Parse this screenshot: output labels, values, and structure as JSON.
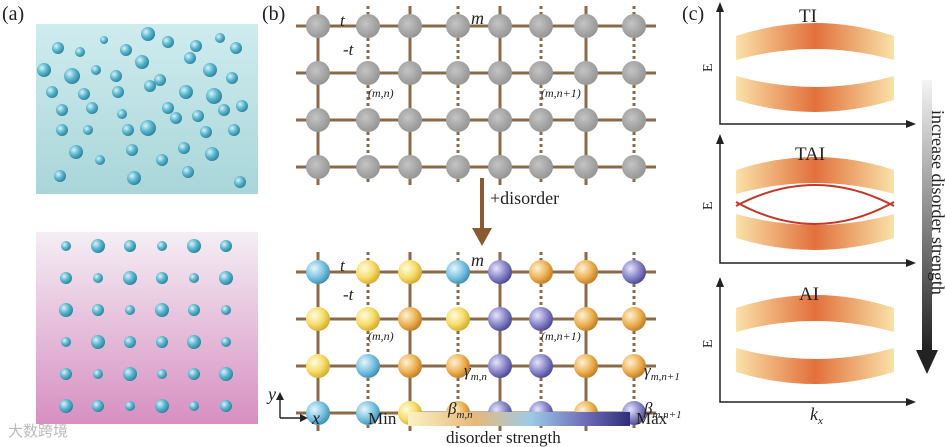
{
  "panel_labels": {
    "a": "(a)",
    "b": "(b)",
    "c": "(c)"
  },
  "lattice": {
    "hop_t": "t",
    "hop_neg_t": "-t",
    "site_m": "m",
    "site_mn": "(m,n)",
    "site_mn1": "(m,n+1)",
    "gamma_mn": "γ",
    "gamma_mn_sub": "m,n",
    "gamma_mn1_sub": "m,n+1",
    "beta_mn": "β",
    "beta_mn_sub": "m,n",
    "beta_mn1_sub": "m,n+1",
    "arrow_text": "+disorder"
  },
  "axes_b": {
    "y": "y",
    "x": "x"
  },
  "colorbar": {
    "min": "Min",
    "max": "Max",
    "label": "disorder strength",
    "colors": [
      "#f7e9a4",
      "#e8b36a",
      "#9fc8e6",
      "#7b7cc4",
      "#3a3a82"
    ]
  },
  "phase_panels": [
    {
      "title": "TI"
    },
    {
      "title": "TAI"
    },
    {
      "title": "AI"
    }
  ],
  "axes_c": {
    "E": "E",
    "k": "k",
    "k_sub": "x"
  },
  "side_arrow_text": "increase disorder strength",
  "watermark": "大数跨境",
  "colors": {
    "sphere": "#56b6cc",
    "grid": "#8a6a48",
    "grey_node": "#a9a9a9",
    "band_edge": "#f7dfa4",
    "band_center": "#e0663a",
    "in_gap": "#c0392b",
    "panel_a_top": "#c8eaec",
    "panel_a_bottom": "#d79ac6"
  },
  "disorder_rows": [
    [
      "blue",
      "yellow",
      "yellow",
      "blue",
      "purple",
      "orange",
      "orange",
      "purple"
    ],
    [
      "yellow",
      "yellow",
      "orange",
      "yellow",
      "purple",
      "purple",
      "orange",
      "orange"
    ],
    [
      "yellow",
      "blue",
      "orange",
      "orange",
      "purple",
      "purple",
      "orange",
      "orange"
    ],
    [
      "blue",
      "blue",
      "yellow",
      "orange",
      "purple",
      "purple",
      "orange",
      "purple"
    ]
  ]
}
